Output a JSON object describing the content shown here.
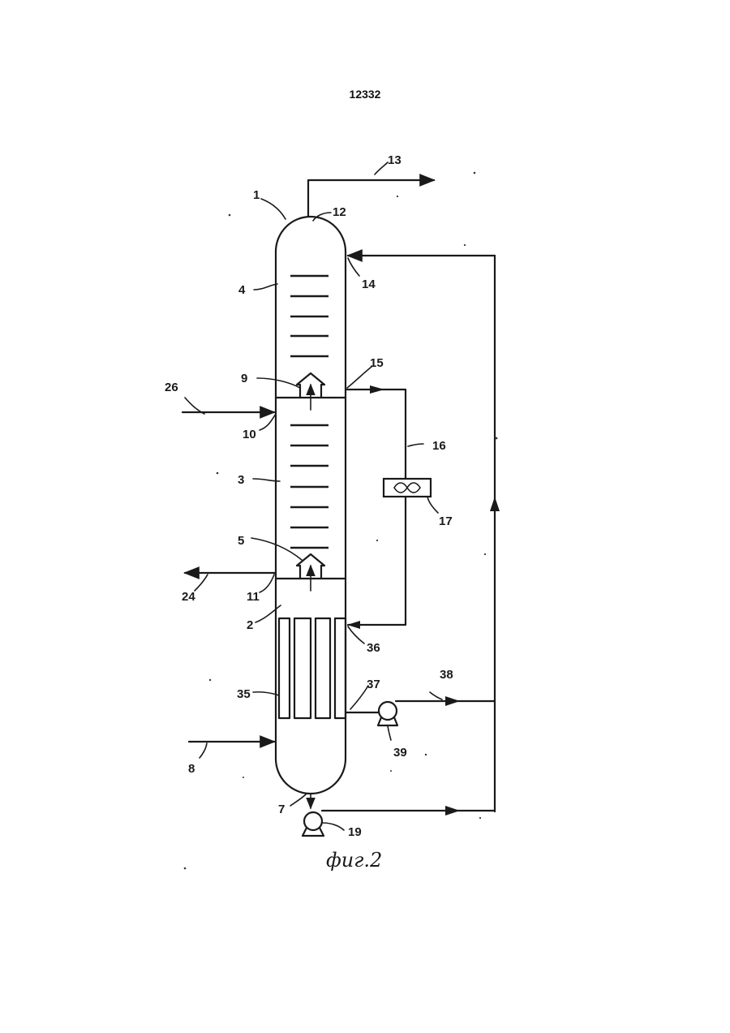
{
  "page_number": "12332",
  "figure_caption": "фиг.2",
  "labels": {
    "n1": "1",
    "n2": "2",
    "n3": "3",
    "n4": "4",
    "n5": "5",
    "n7": "7",
    "n8": "8",
    "n9": "9",
    "n10": "10",
    "n11": "11",
    "n12": "12",
    "n13": "13",
    "n14": "14",
    "n15": "15",
    "n16": "16",
    "n17": "17",
    "n19": "19",
    "n24": "24",
    "n26": "26",
    "n35": "35",
    "n36": "36",
    "n37": "37",
    "n38": "38",
    "n39": "39"
  },
  "colors": {
    "ink": "#1a1a1a",
    "paper": "#ffffff"
  }
}
